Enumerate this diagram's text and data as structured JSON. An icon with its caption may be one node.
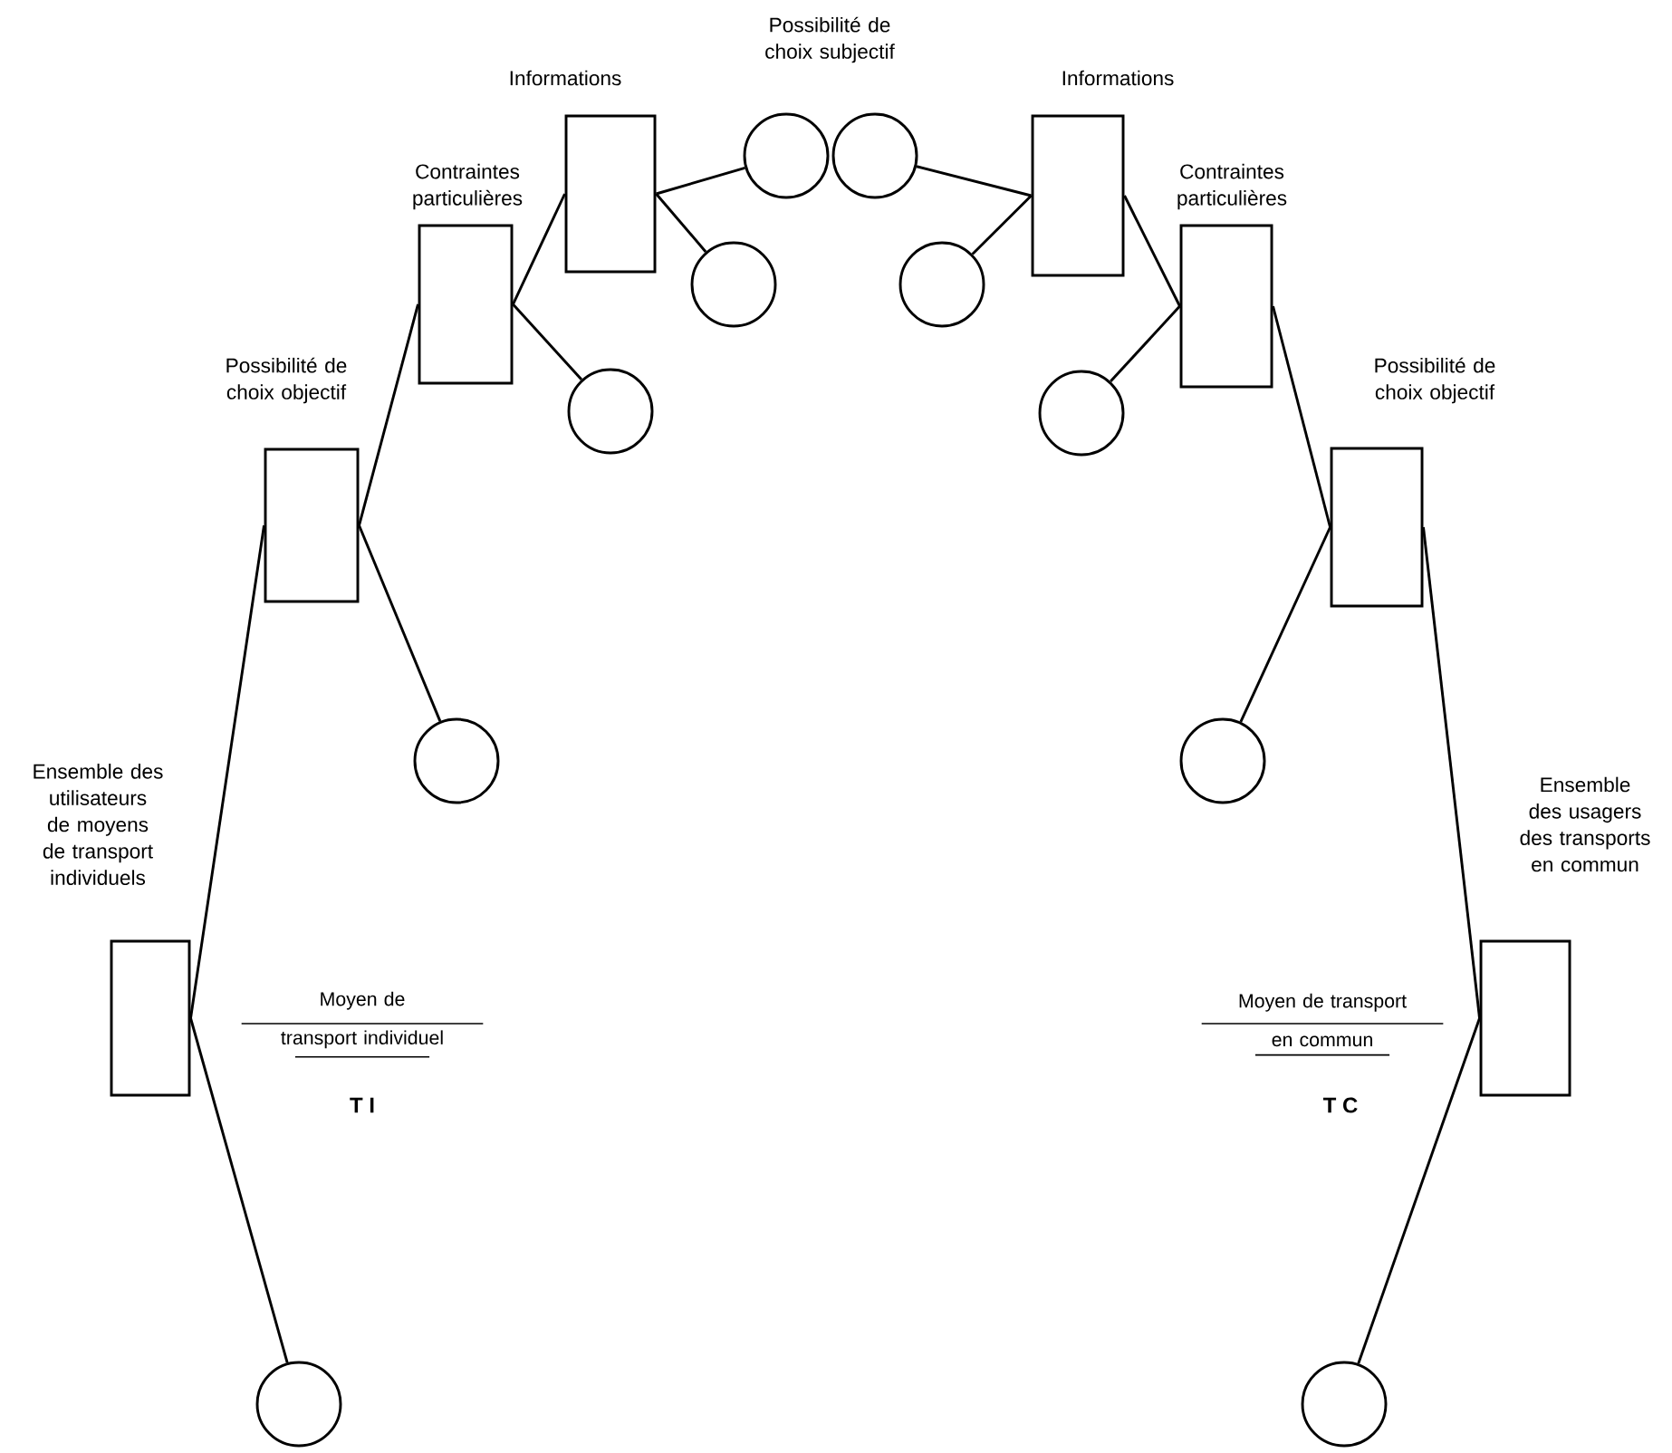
{
  "diagram": {
    "nodes": [
      {
        "text": [
          "Ensemble des utilisateurs de moyens de transport individuels"
        ]
      },
      {
        "text": [],
        "shape": "circle"
      },
      {
        "text": [
          "Possibilité de choix objectif"
        ]
      },
      {
        "text": [],
        "shape": "circle"
      },
      {
        "text": [
          "Contraintes particulières"
        ]
      },
      {
        "text": [],
        "shape": "circle"
      },
      {
        "text": [
          "Informations"
        ]
      },
      {
        "text": [],
        "shape": "circle"
      },
      {
        "text": [],
        "shape": "circle"
      },
      {
        "text": [],
        "shape": "circle"
      },
      {
        "text": [
          "Informations"
        ]
      },
      {
        "text": [],
        "shape": "circle"
      },
      {
        "text": [
          "Contraintes particulières"
        ]
      },
      {
        "text": [],
        "shape": "circle"
      },
      {
        "text": [
          "Possibilité de choix objectif"
        ]
      },
      {
        "text": [],
        "shape": "circle"
      },
      {
        "text": [
          "Ensemble des usagers des transports en commun"
        ]
      },
      {
        "text": [],
        "shape": "circle"
      }
    ],
    "edges": [
      {
        "from": 0,
        "to": 2,
        "arrow": "none"
      },
      {
        "from": 0,
        "to": 1,
        "arrow": "none"
      },
      {
        "from": 2,
        "to": 4,
        "arrow": "none"
      },
      {
        "from": 2,
        "to": 3,
        "arrow": "none"
      },
      {
        "from": 4,
        "to": 6,
        "arrow": "none"
      },
      {
        "from": 4,
        "to": 5,
        "arrow": "none"
      },
      {
        "from": 6,
        "to": 8,
        "arrow": "none"
      },
      {
        "from": 6,
        "to": 7,
        "arrow": "none"
      },
      {
        "from": 9,
        "to": 10,
        "arrow": "none"
      },
      {
        "from": 10,
        "to": 11,
        "arrow": "none"
      },
      {
        "from": 10,
        "to": 12,
        "arrow": "none"
      },
      {
        "from": 12,
        "to": 13,
        "arrow": "none"
      },
      {
        "from": 12,
        "to": 14,
        "arrow": "none"
      },
      {
        "from": 14,
        "to": 15,
        "arrow": "none"
      },
      {
        "from": 14,
        "to": 16,
        "arrow": "none"
      },
      {
        "from": 16,
        "to": 17,
        "arrow": "none"
      }
    ],
    "labels": [
      "Possibilité de choix subjectif",
      "Moyen de transport individuel",
      "T I",
      "Moyen de transport en commun",
      "T C"
    ]
  }
}
